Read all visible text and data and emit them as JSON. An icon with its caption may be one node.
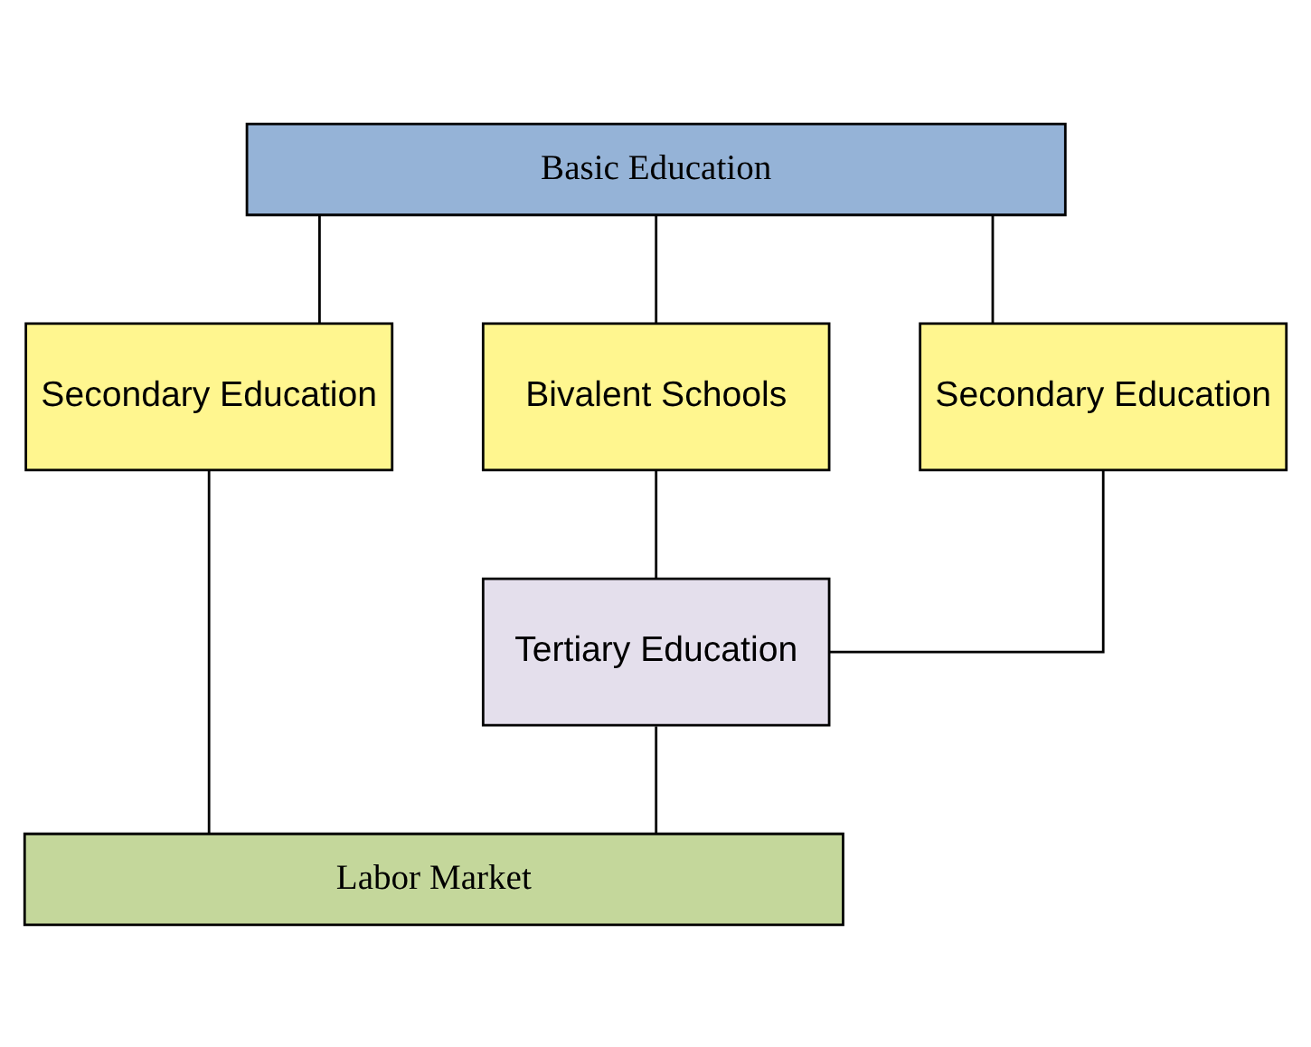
{
  "diagram": {
    "nodes": [
      {
        "text": [
          "Basic Education"
        ]
      },
      {
        "text": [
          "Secondary Education"
        ]
      },
      {
        "text": [
          "Bivalent Schools"
        ]
      },
      {
        "text": [
          "Secondary Education"
        ]
      },
      {
        "text": [
          "Tertiary Education"
        ]
      },
      {
        "text": [
          "Labor Market"
        ]
      }
    ],
    "edges": [
      {
        "from": 0,
        "to": 1,
        "arrow": "none"
      },
      {
        "from": 0,
        "to": 2,
        "arrow": "none"
      },
      {
        "from": 0,
        "to": 3,
        "arrow": "none"
      },
      {
        "from": 1,
        "to": 5,
        "arrow": "none"
      },
      {
        "from": 2,
        "to": 4,
        "arrow": "none"
      },
      {
        "from": 3,
        "to": 4,
        "arrow": "none"
      },
      {
        "from": 4,
        "to": 5,
        "arrow": "none"
      }
    ]
  }
}
